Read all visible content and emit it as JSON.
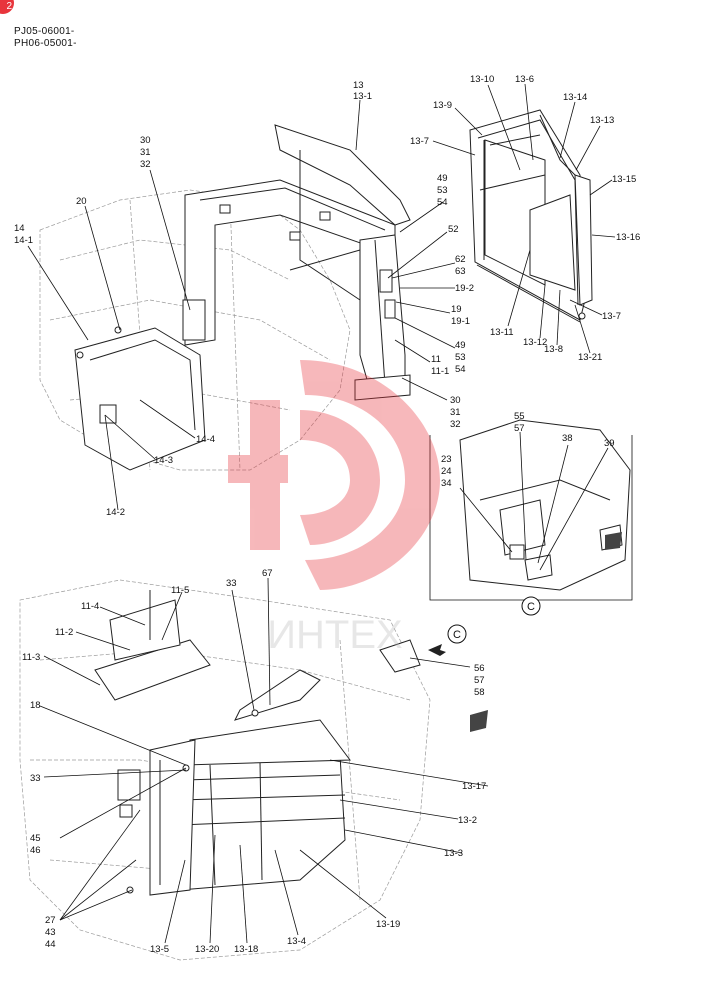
{
  "badge": "2",
  "serial_lines": [
    "PJ05-06001-",
    "PH06-05001-"
  ],
  "watermark": {
    "text": "ИНТЕХ",
    "color": "#e8353c"
  },
  "detail_view_letter": "C",
  "callouts": [
    {
      "id": "c13",
      "lines": [
        "13",
        "13-1"
      ]
    },
    {
      "id": "c13-10",
      "lines": [
        "13-10"
      ]
    },
    {
      "id": "c13-6",
      "lines": [
        "13-6"
      ]
    },
    {
      "id": "c13-9",
      "lines": [
        "13-9"
      ]
    },
    {
      "id": "c13-14",
      "lines": [
        "13-14"
      ]
    },
    {
      "id": "c13-13",
      "lines": [
        "13-13"
      ]
    },
    {
      "id": "c13-7a",
      "lines": [
        "13-7"
      ]
    },
    {
      "id": "c13-15",
      "lines": [
        "13-15"
      ]
    },
    {
      "id": "c13-16",
      "lines": [
        "13-16"
      ]
    },
    {
      "id": "c13-7b",
      "lines": [
        "13-7"
      ]
    },
    {
      "id": "c13-11",
      "lines": [
        "13-11"
      ]
    },
    {
      "id": "c13-12",
      "lines": [
        "13-12"
      ]
    },
    {
      "id": "c13-8",
      "lines": [
        "13-8"
      ]
    },
    {
      "id": "c13-21",
      "lines": [
        "13-21"
      ]
    },
    {
      "id": "c30a",
      "lines": [
        "30",
        "31",
        "32"
      ]
    },
    {
      "id": "c20",
      "lines": [
        "20"
      ]
    },
    {
      "id": "c14",
      "lines": [
        "14",
        "14-1"
      ]
    },
    {
      "id": "c49a",
      "lines": [
        "49",
        "53",
        "54"
      ]
    },
    {
      "id": "c52",
      "lines": [
        "52"
      ]
    },
    {
      "id": "c62",
      "lines": [
        "62",
        "63"
      ]
    },
    {
      "id": "c19-2",
      "lines": [
        "19-2"
      ]
    },
    {
      "id": "c19",
      "lines": [
        "19",
        "19-1"
      ]
    },
    {
      "id": "c49b",
      "lines": [
        "49",
        "53",
        "54"
      ]
    },
    {
      "id": "c11",
      "lines": [
        "11",
        "11-1"
      ]
    },
    {
      "id": "c30b",
      "lines": [
        "30",
        "31",
        "32"
      ]
    },
    {
      "id": "c14-4",
      "lines": [
        "14-4"
      ]
    },
    {
      "id": "c14-3",
      "lines": [
        "14-3"
      ]
    },
    {
      "id": "c14-2",
      "lines": [
        "14-2"
      ]
    },
    {
      "id": "c55",
      "lines": [
        "55",
        "57"
      ]
    },
    {
      "id": "c38",
      "lines": [
        "38"
      ]
    },
    {
      "id": "c39",
      "lines": [
        "39"
      ]
    },
    {
      "id": "c23",
      "lines": [
        "23",
        "24",
        "34"
      ]
    },
    {
      "id": "c11-5",
      "lines": [
        "11-5"
      ]
    },
    {
      "id": "c33a",
      "lines": [
        "33"
      ]
    },
    {
      "id": "c67",
      "lines": [
        "67"
      ]
    },
    {
      "id": "c11-4",
      "lines": [
        "11-4"
      ]
    },
    {
      "id": "c11-2",
      "lines": [
        "11-2"
      ]
    },
    {
      "id": "c11-3",
      "lines": [
        "11-3"
      ]
    },
    {
      "id": "c56",
      "lines": [
        "56",
        "57",
        "58"
      ]
    },
    {
      "id": "c18",
      "lines": [
        "18"
      ]
    },
    {
      "id": "c33b",
      "lines": [
        "33"
      ]
    },
    {
      "id": "c13-17",
      "lines": [
        "13-17"
      ]
    },
    {
      "id": "c45",
      "lines": [
        "45",
        "46"
      ]
    },
    {
      "id": "c13-2",
      "lines": [
        "13-2"
      ]
    },
    {
      "id": "c13-3",
      "lines": [
        "13-3"
      ]
    },
    {
      "id": "c27",
      "lines": [
        "27",
        "43",
        "44"
      ]
    },
    {
      "id": "c13-19",
      "lines": [
        "13-19"
      ]
    },
    {
      "id": "c13-5",
      "lines": [
        "13-5"
      ]
    },
    {
      "id": "c13-20",
      "lines": [
        "13-20"
      ]
    },
    {
      "id": "c13-18",
      "lines": [
        "13-18"
      ]
    },
    {
      "id": "c13-4",
      "lines": [
        "13-4"
      ]
    }
  ]
}
